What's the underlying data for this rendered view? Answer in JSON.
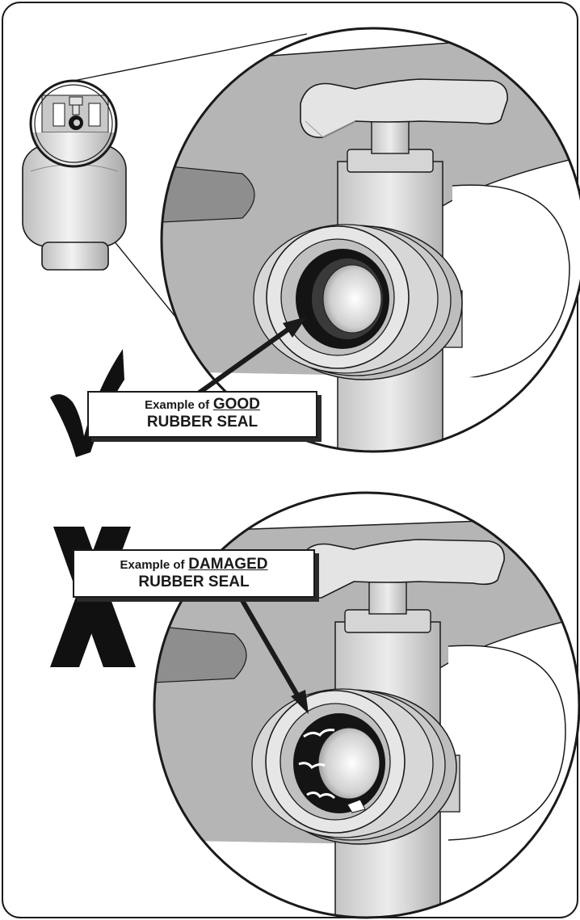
{
  "figure": {
    "good_example": {
      "prefix": "Example of",
      "emphasis": "GOOD",
      "subject": "RUBBER SEAL",
      "marker": "check-mark"
    },
    "damaged_example": {
      "prefix": "Example of",
      "emphasis": "DAMAGED",
      "subject": "RUBBER SEAL",
      "marker": "x-mark"
    }
  },
  "colors": {
    "outline": "#1a1a1a",
    "valve_body": "#d9d9d9",
    "background_plate": "#b5b5b5",
    "seal_dark": "#141414",
    "crack": "#ffffff"
  }
}
